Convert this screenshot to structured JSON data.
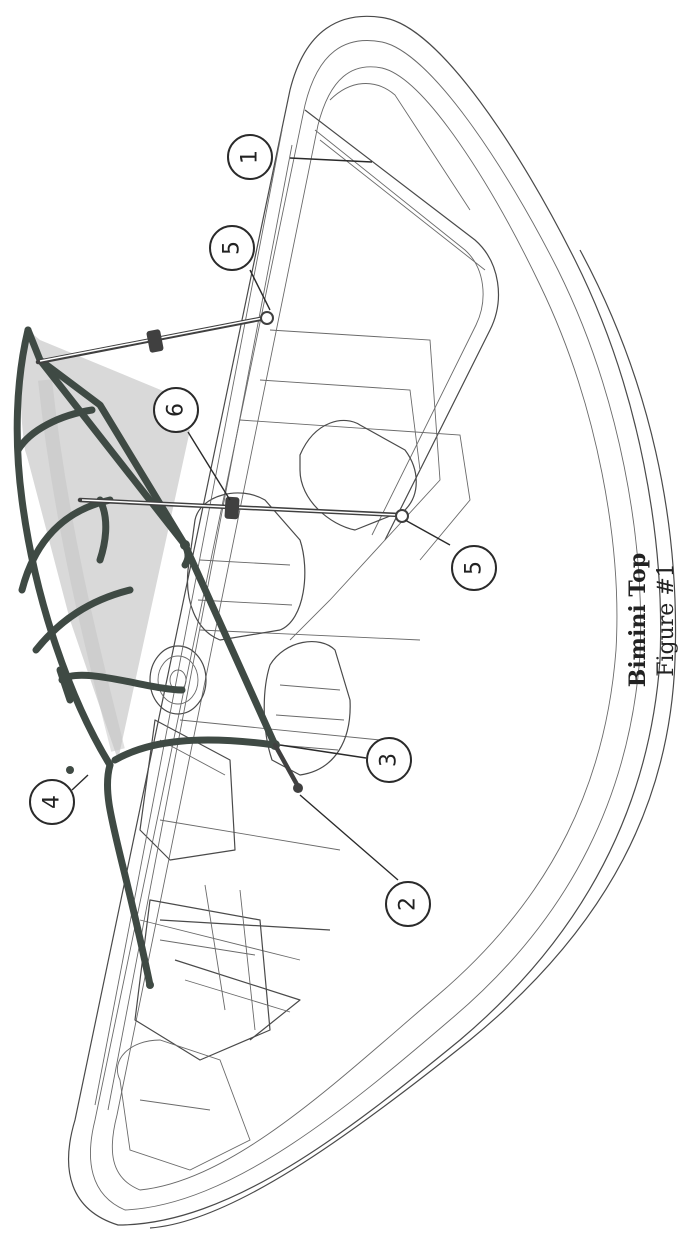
{
  "diagram": {
    "caption_title": "Bimini Top",
    "caption_subtitle": "Figure #1",
    "callouts": [
      {
        "number": "1"
      },
      {
        "number": "2"
      },
      {
        "number": "3"
      },
      {
        "number": "4"
      },
      {
        "number": "5"
      },
      {
        "number": "5"
      },
      {
        "number": "6"
      }
    ],
    "colors": {
      "canvas_fill": "#d9d9d9",
      "frame": "#3f4a44",
      "line": "#4a4a4a"
    }
  }
}
